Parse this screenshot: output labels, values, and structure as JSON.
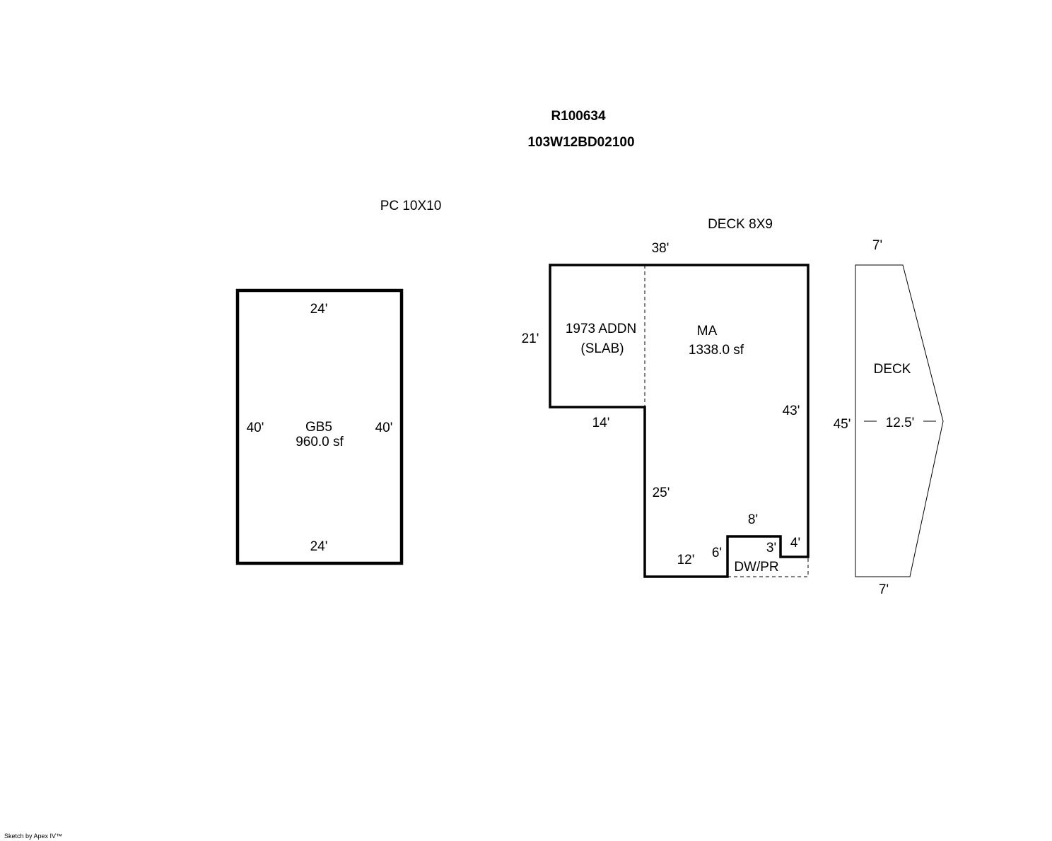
{
  "header": {
    "account_id": "R100634",
    "map_tax_lot": "103W12BD02100"
  },
  "notes": {
    "porch": "PC 10X10",
    "deck_note": "DECK 8X9"
  },
  "garage": {
    "label": "GB5",
    "area": "960.0 sf",
    "top_dim": "24'",
    "bottom_dim": "24'",
    "left_dim": "40'",
    "right_dim": "40'"
  },
  "main": {
    "label": "MA",
    "area": "1338.0 sf",
    "top_dim": "38'",
    "right_dim": "43'",
    "inner_left_dim": "25'",
    "bottom_left_dim": "12'",
    "notch_left_dim": "6'",
    "notch_top_dim": "8'",
    "notch_right_dim": "3'",
    "corner_right_dim": "4'"
  },
  "addition": {
    "label_line1": "1973 ADDN",
    "label_line2": "(SLAB)",
    "left_dim": "21'",
    "bottom_dim": "14'"
  },
  "dw_pr": {
    "label": "DW/PR"
  },
  "deck": {
    "label": "DECK",
    "top_dim": "7'",
    "bottom_dim": "7'",
    "left_dim": "45'",
    "depth_dim": "12.5'"
  },
  "footer": {
    "credit": "Sketch by Apex IV™"
  }
}
